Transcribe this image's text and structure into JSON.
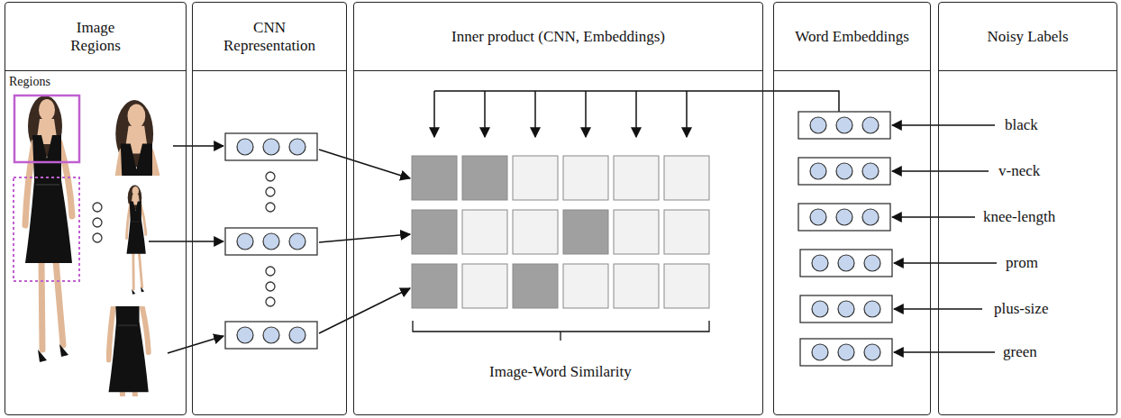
{
  "diagram": {
    "nodes": [
      {
        "text": [
          "Image Regions"
        ]
      },
      {
        "text": [
          "CNN Representation"
        ]
      },
      {
        "text": [
          "Inner product (CNN, Embeddings)"
        ]
      },
      {
        "text": [
          "Word Embeddings"
        ]
      },
      {
        "text": [
          "Noisy Labels"
        ]
      }
    ],
    "labels": [
      "Regions",
      "Image-Word Similarity",
      "black",
      "v-neck",
      "knee-length",
      "prom",
      "plus-size",
      "green"
    ]
  }
}
